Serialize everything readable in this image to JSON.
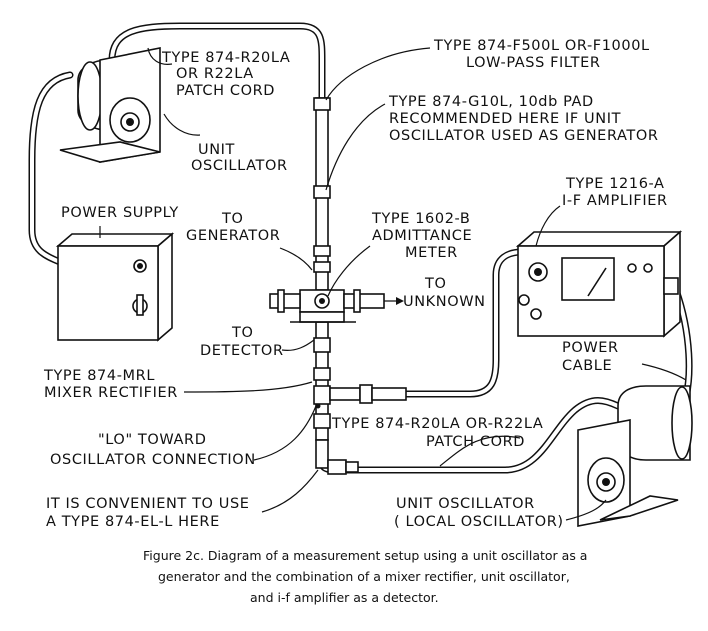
{
  "labels": {
    "patch_cord_top_1": "TYPE 874-R20LA",
    "patch_cord_top_2": "OR R22LA",
    "patch_cord_top_3": "PATCH CORD",
    "unit_osc_top_1": "UNIT",
    "unit_osc_top_2": "OSCILLATOR",
    "lowpass_1": "TYPE 874-F500L OR-F1000L",
    "lowpass_2": "LOW-PASS FILTER",
    "pad_1": "TYPE 874-G10L, 10db PAD",
    "pad_2": "RECOMMENDED HERE IF UNIT",
    "pad_3": "OSCILLATOR USED AS GENERATOR",
    "power_supply": "POWER SUPPLY",
    "to_generator_1": "TO",
    "to_generator_2": "GENERATOR",
    "admittance_1": "TYPE 1602-B",
    "admittance_2": "ADMITTANCE",
    "admittance_3": "METER",
    "if_amp_1": "TYPE 1216-A",
    "if_amp_2": "I-F AMPLIFIER",
    "to_unknown_1": "TO",
    "to_unknown_2": "UNKNOWN",
    "to_detector_1": "TO",
    "to_detector_2": "DETECTOR",
    "power_cable_1": "POWER",
    "power_cable_2": "CABLE",
    "mixer_1": "TYPE 874-MRL",
    "mixer_2": "MIXER RECTIFIER",
    "lo_1": "\"LO\" TOWARD",
    "lo_2": "OSCILLATOR CONNECTION",
    "patch_cord_bot_1": "TYPE 874-R20LA OR-R22LA",
    "patch_cord_bot_2": "PATCH CORD",
    "convenient_1": "IT IS CONVENIENT TO USE",
    "convenient_2": "A TYPE 874-EL-L HERE",
    "local_osc_1": "UNIT OSCILLATOR",
    "local_osc_2": "( LOCAL OSCILLATOR)"
  },
  "caption": {
    "line1": "Figure 2c.  Diagram of a measurement setup using a unit oscillator as a",
    "line2": "generator and the combination of a mixer rectifier, unit oscillator,",
    "line3": "and i-f amplifier as a detector."
  }
}
